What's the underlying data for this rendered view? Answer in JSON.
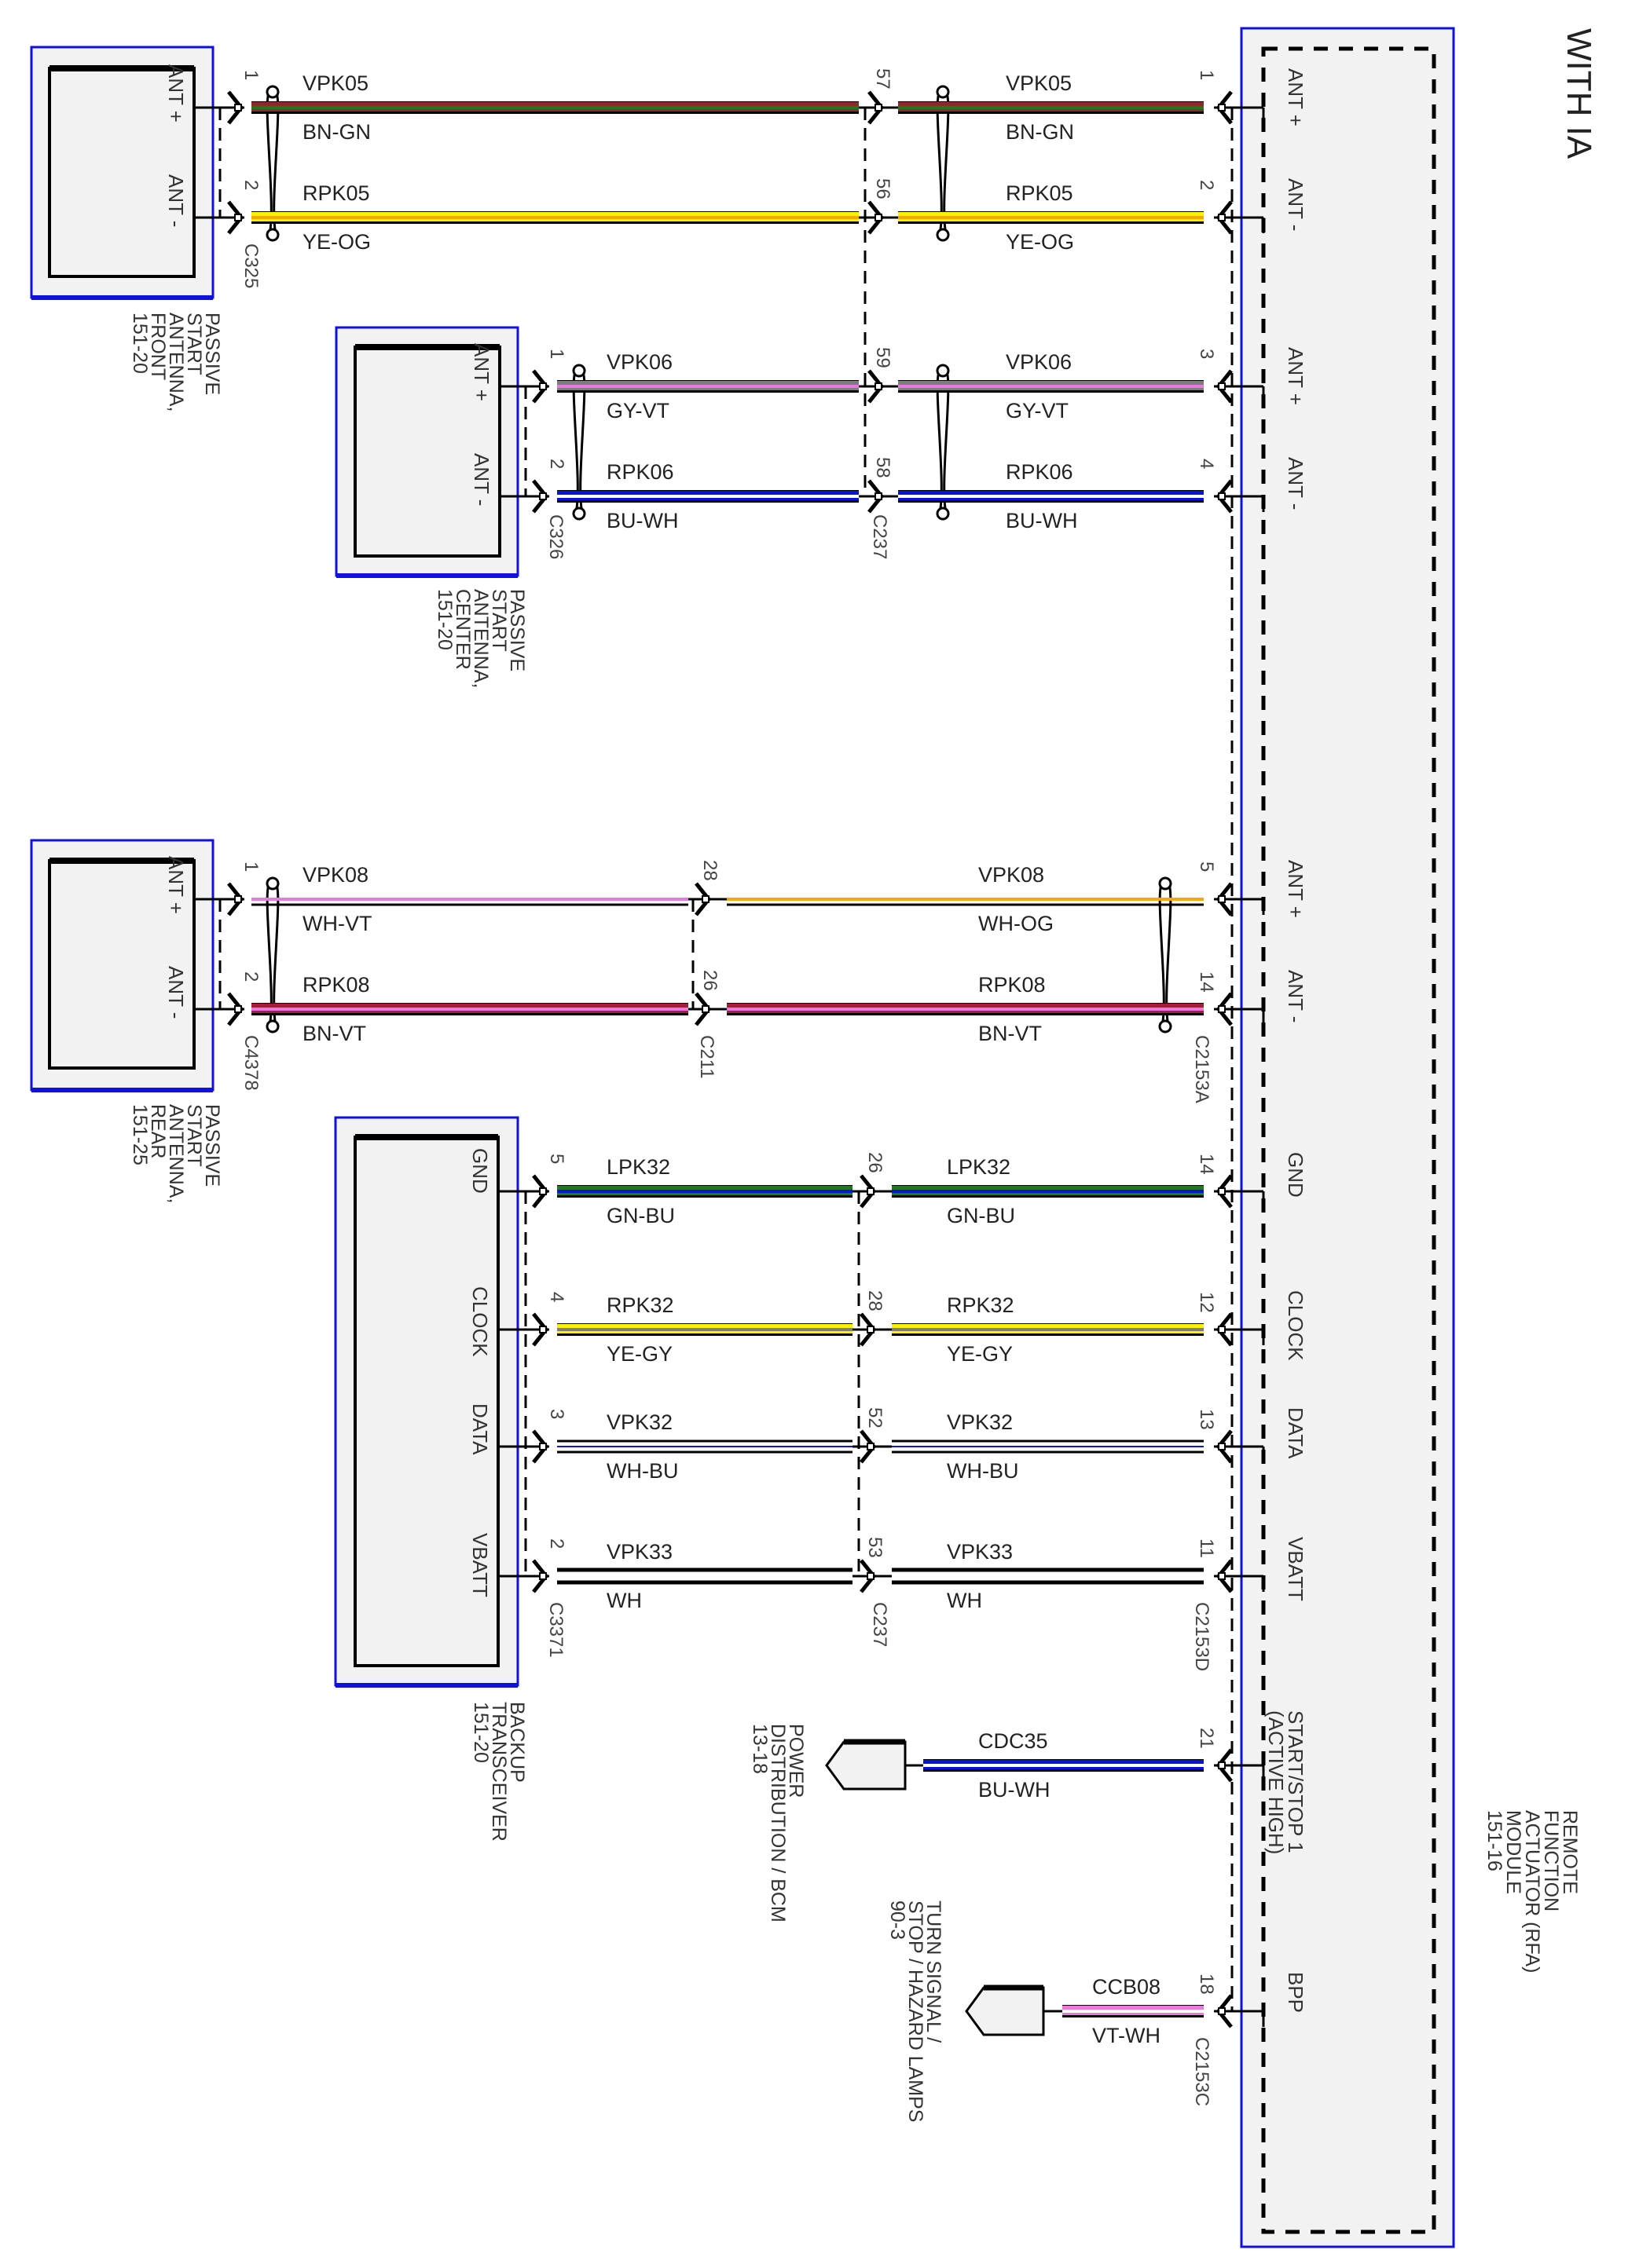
{
  "page_title": "WITH IA",
  "colors": {
    "BN": "#8b2a2a",
    "GN": "#1e7a1e",
    "YE": "#ffef00",
    "OG": "#f5a800",
    "GY": "#7d7d7d",
    "VT": "#e879e0",
    "BU": "#0a14d4",
    "WH": "#ffffff",
    "BN_VT": "#a31f35",
    "box_border": "#1010e0",
    "box_fill": "#f2f2f2"
  },
  "module": {
    "name": "RFA-module",
    "label": [
      "REMOTE",
      "FUNCTION",
      "ACTUATOR (RFA)",
      "MODULE",
      "151-16"
    ],
    "pins": [
      {
        "id": "p1",
        "label": "ANT +"
      },
      {
        "id": "p2",
        "label": "ANT -"
      },
      {
        "id": "p3",
        "label": "ANT +"
      },
      {
        "id": "p4",
        "label": "ANT -"
      },
      {
        "id": "p5",
        "label": "ANT +"
      },
      {
        "id": "p14a",
        "label": "ANT -"
      },
      {
        "id": "p14b",
        "label": "GND"
      },
      {
        "id": "p12",
        "label": "CLOCK"
      },
      {
        "id": "p13",
        "label": "DATA"
      },
      {
        "id": "p11",
        "label": "VBATT"
      },
      {
        "id": "p21",
        "label": [
          "START/STOP 1",
          "(ACTIVE HIGH)"
        ]
      },
      {
        "id": "p18",
        "label": "BPP"
      }
    ]
  },
  "components": [
    {
      "id": "front",
      "label": [
        "PASSIVE",
        "START",
        "ANTENNA,",
        "FRONT",
        "151-20"
      ],
      "pins": [
        "ANT +",
        "ANT -"
      ]
    },
    {
      "id": "center",
      "label": [
        "PASSIVE",
        "START",
        "ANTENNA,",
        "CENTER",
        "151-20"
      ],
      "pins": [
        "ANT +",
        "ANT -"
      ]
    },
    {
      "id": "rear",
      "label": [
        "PASSIVE",
        "START",
        "ANTENNA,",
        "REAR",
        "151-25"
      ],
      "pins": [
        "ANT +",
        "ANT -"
      ]
    },
    {
      "id": "backup",
      "label": [
        "BACKUP",
        "TRANSCEIVER",
        "151-20"
      ],
      "pins": [
        "GND",
        "CLOCK",
        "DATA",
        "VBATT"
      ]
    }
  ],
  "external_refs": [
    {
      "id": "power",
      "label": [
        "POWER",
        "DISTRIBUTION / BCM",
        "13-18"
      ]
    },
    {
      "id": "turn",
      "label": [
        "TURN SIGNAL /",
        "STOP / HAZARD LAMPS",
        "90-3"
      ]
    }
  ],
  "connectors": {
    "C325": "C325",
    "C326": "C326",
    "C237_top": "C237",
    "C4378": "C4378",
    "C211": "C211",
    "C2153A": "C2153A",
    "C3371": "C3371",
    "C237_bottom": "C237",
    "C2153D": "C2153D",
    "C2153C": "C2153C"
  },
  "circuits": [
    {
      "row": "r1",
      "segments": [
        {
          "circuit": "VPK05",
          "color": "BN-GN",
          "pin_from": "1",
          "pin_to": "57"
        },
        {
          "circuit": "VPK05",
          "color": "BN-GN",
          "pin_from": "57",
          "pin_to": "1"
        }
      ]
    },
    {
      "row": "r2",
      "segments": [
        {
          "circuit": "RPK05",
          "color": "YE-OG",
          "pin_from": "2",
          "pin_to": "56"
        },
        {
          "circuit": "RPK05",
          "color": "YE-OG",
          "pin_from": "56",
          "pin_to": "2"
        }
      ]
    },
    {
      "row": "r3",
      "segments": [
        {
          "circuit": "VPK06",
          "color": "GY-VT",
          "pin_from": "1",
          "pin_to": "59"
        },
        {
          "circuit": "VPK06",
          "color": "GY-VT",
          "pin_from": "59",
          "pin_to": "3"
        }
      ]
    },
    {
      "row": "r4",
      "segments": [
        {
          "circuit": "RPK06",
          "color": "BU-WH",
          "pin_from": "2",
          "pin_to": "58"
        },
        {
          "circuit": "RPK06",
          "color": "BU-WH",
          "pin_from": "58",
          "pin_to": "4"
        }
      ]
    },
    {
      "row": "r5",
      "segments": [
        {
          "circuit": "VPK08",
          "color": "WH-VT",
          "pin_from": "1",
          "pin_to": "28"
        },
        {
          "circuit": "VPK08",
          "color": "WH-OG",
          "pin_from": "28",
          "pin_to": "5"
        }
      ]
    },
    {
      "row": "r6",
      "segments": [
        {
          "circuit": "RPK08",
          "color": "BN-VT",
          "pin_from": "2",
          "pin_to": "26"
        },
        {
          "circuit": "RPK08",
          "color": "BN-VT",
          "pin_from": "26",
          "pin_to": "14"
        }
      ]
    },
    {
      "row": "r7",
      "segments": [
        {
          "circuit": "LPK32",
          "color": "GN-BU",
          "pin_from": "5",
          "pin_to": "26"
        },
        {
          "circuit": "LPK32",
          "color": "GN-BU",
          "pin_from": "26",
          "pin_to": "14"
        }
      ]
    },
    {
      "row": "r8",
      "segments": [
        {
          "circuit": "RPK32",
          "color": "YE-GY",
          "pin_from": "4",
          "pin_to": "28"
        },
        {
          "circuit": "RPK32",
          "color": "YE-GY",
          "pin_from": "28",
          "pin_to": "12"
        }
      ]
    },
    {
      "row": "r9",
      "segments": [
        {
          "circuit": "VPK32",
          "color": "WH-BU",
          "pin_from": "3",
          "pin_to": "52"
        },
        {
          "circuit": "VPK32",
          "color": "WH-BU",
          "pin_from": "52",
          "pin_to": "13"
        }
      ]
    },
    {
      "row": "r10",
      "segments": [
        {
          "circuit": "VPK33",
          "color": "WH",
          "pin_from": "2",
          "pin_to": "53"
        },
        {
          "circuit": "VPK33",
          "color": "WH",
          "pin_from": "53",
          "pin_to": "11"
        }
      ]
    },
    {
      "row": "r11",
      "segments": [
        {
          "circuit": "CDC35",
          "color": "BU-WH",
          "pin_to": "21"
        }
      ]
    },
    {
      "row": "r12",
      "segments": [
        {
          "circuit": "CCB08",
          "color": "VT-WH",
          "pin_to": "18"
        }
      ]
    }
  ]
}
